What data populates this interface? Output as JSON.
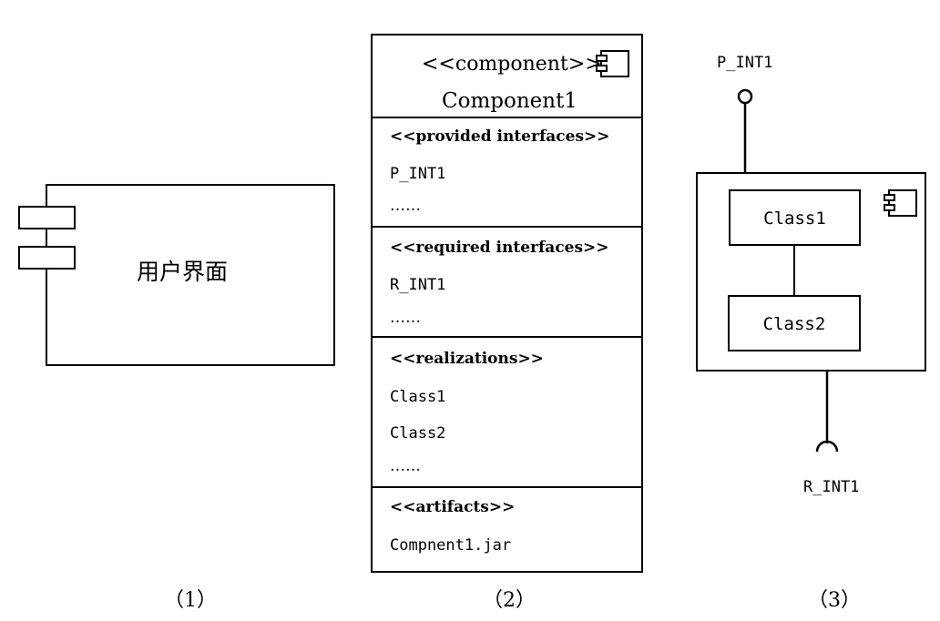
{
  "figure1": {
    "title": "用户界面",
    "caption": "（1）"
  },
  "figure2": {
    "stereotype": "<<component>>",
    "name": "Component1",
    "provided_header": "<<provided interfaces>>",
    "provided_items": [
      "P_INT1",
      "……"
    ],
    "required_header": "<<required interfaces>>",
    "required_items": [
      "R_INT1",
      "……"
    ],
    "realizations_header": "<<realizations>>",
    "realizations_items": [
      "Class1",
      "Class2",
      "……"
    ],
    "artifacts_header": "<<artifacts>>",
    "artifacts_items": [
      "Compnent1.jar"
    ],
    "caption": "（2）"
  },
  "figure3": {
    "provided_interface": "P_INT1",
    "required_interface": "R_INT1",
    "class_a": "Class1",
    "class_b": "Class2",
    "caption": "（3）"
  }
}
